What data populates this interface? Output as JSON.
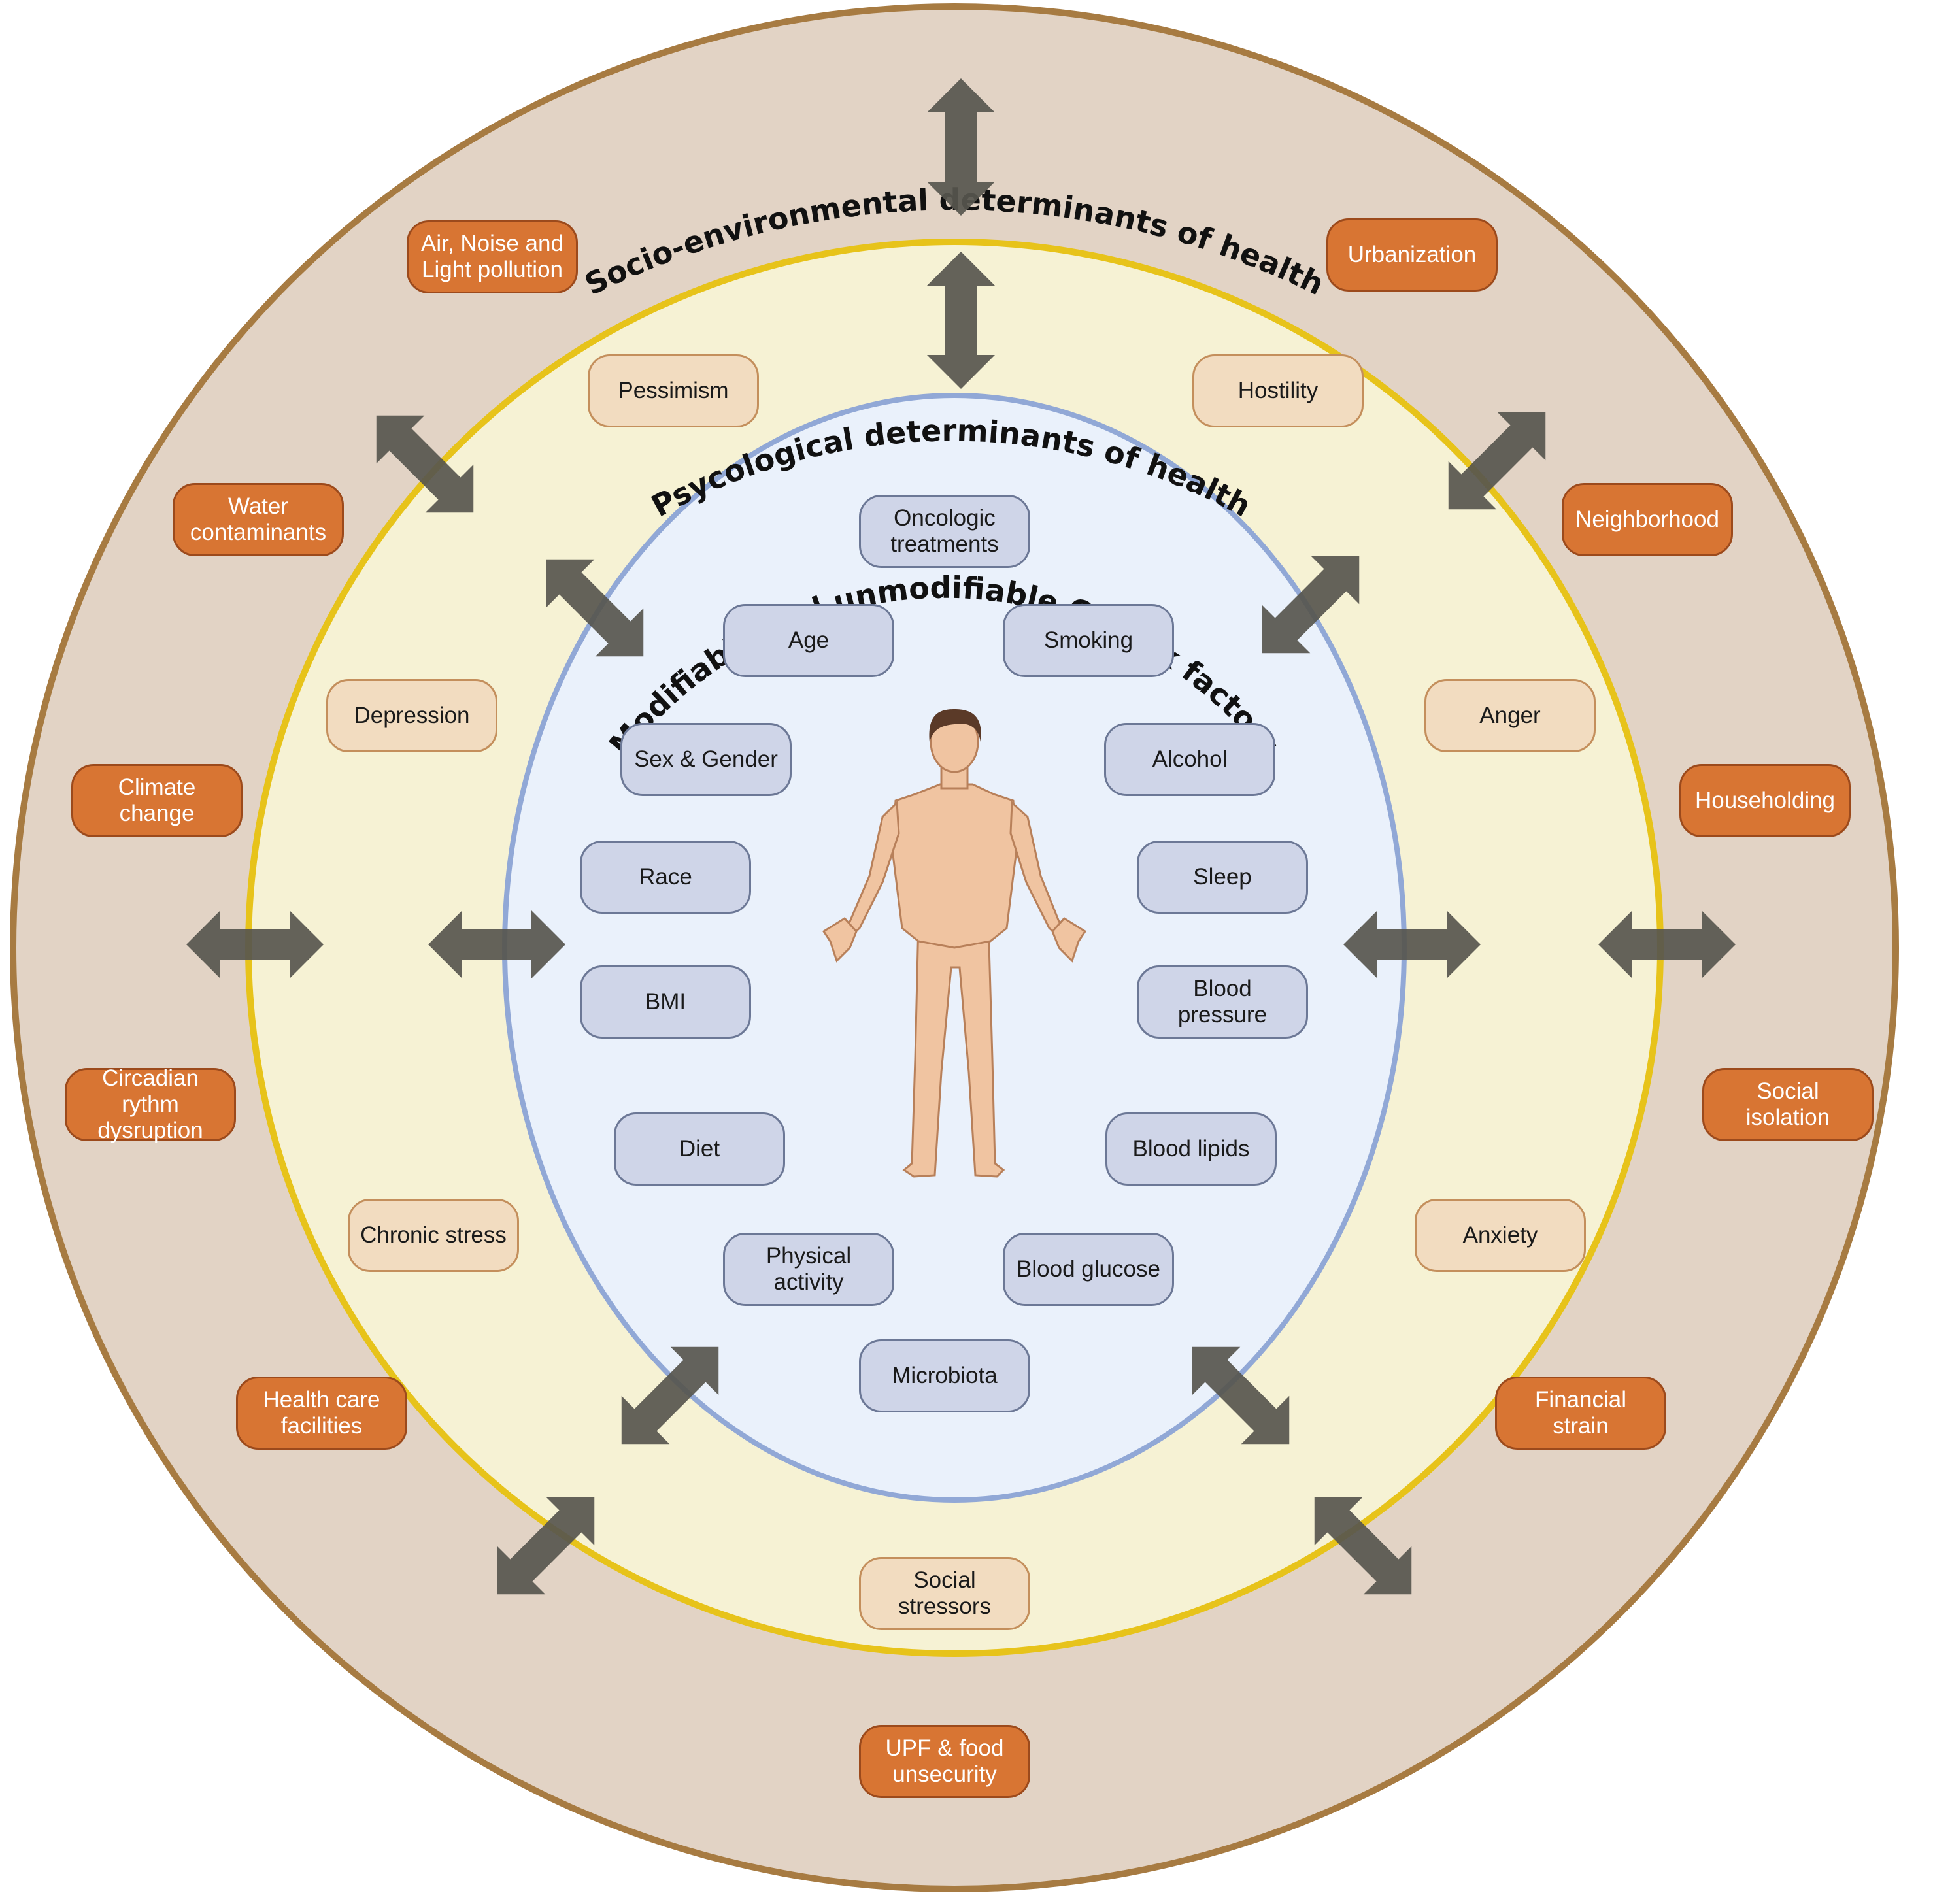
{
  "rings": {
    "socio": {
      "title": "Socio-environmental determinants of health",
      "fill": "#e2d3c5",
      "stroke": "#a77b42"
    },
    "psych": {
      "title": "Psycological determinants of health",
      "fill": "#f6f2d4",
      "stroke": "#e7c31a"
    },
    "cv": {
      "title": "Modifiable and unmodifiable CV risk factors",
      "fill": "#eaf1fb",
      "stroke": "#91a8d6"
    }
  },
  "colors": {
    "arrow": "#57564e",
    "socio_pill": "#d87533",
    "psych_pill": "#f2dcc0",
    "cv_pill": "#cfd5e8"
  },
  "socio_factors": [
    "Air, Noise and\nLight pollution",
    "Urbanization",
    "Water\ncontaminants",
    "Neighborhood",
    "Climate\nchange",
    "Householding",
    "Circadian\nrythm\ndysruption",
    "Social\nisolation",
    "Health care\nfacilities",
    "Financial\nstrain",
    "UPF & food\nunsecurity"
  ],
  "psych_factors": [
    "Pessimism",
    "Hostility",
    "Depression",
    "Anger",
    "Chronic stress",
    "Anxiety",
    "Social\nstressors"
  ],
  "cv_factors": [
    "Oncologic\ntreatments",
    "Age",
    "Smoking",
    "Sex & Gender",
    "Alcohol",
    "Race",
    "Sleep",
    "BMI",
    "Blood\npressure",
    "Diet",
    "Blood lipids",
    "Physical\nactivity",
    "Blood glucose",
    "Microbiota"
  ],
  "center_figure": "human-body"
}
